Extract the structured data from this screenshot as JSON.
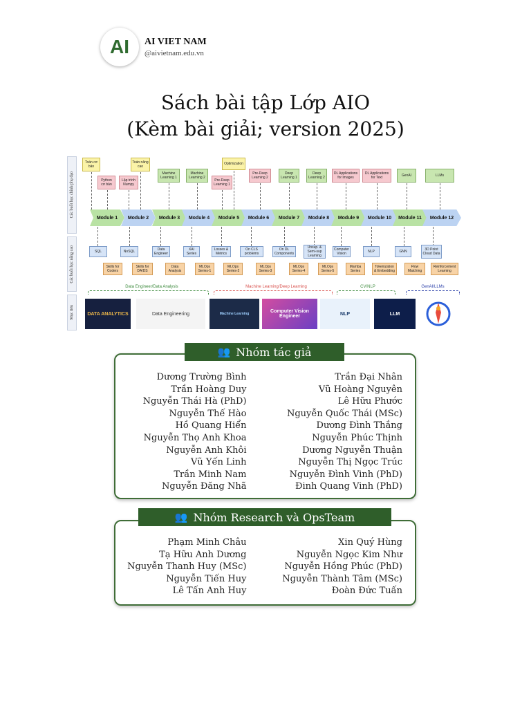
{
  "logo": {
    "mark": "AI",
    "name": "AI VIET NAM",
    "url": "@aivietnam.edu.vn"
  },
  "title": {
    "line1": "Sách bài tập Lớp AIO",
    "line2": "(Kèm bài giải; version 2025)"
  },
  "roadmap": {
    "row_labels": [
      "Các buổi học chính/phụ đạo",
      "Các buổi học nâng cao",
      "Mục tiêu"
    ],
    "top_boxes": [
      "Toán cơ bản",
      "Python cơ bản",
      "Lập trình Numpy",
      "Toán nâng cao",
      "Machine Learning 1",
      "Machine Learning 2",
      "Pre-Deep Learning 1",
      "Optimization",
      "Pre-Deep Learning 2",
      "Deep Learning 1",
      "Deep Learning 2",
      "DL Applications for Images",
      "DL Applications for Text",
      "GenAI",
      "LLMs"
    ],
    "modules": [
      "Module 1",
      "Module 2",
      "Module 3",
      "Module 4",
      "Module 5",
      "Module 6",
      "Module 7",
      "Module 8",
      "Module 9",
      "Module 10",
      "Module 11",
      "Module 12"
    ],
    "adv_boxes": [
      "SQL",
      "NoSQL",
      "Data Engineer",
      "XAI Series",
      "Losses & Metrics",
      "On CLS problems",
      "On DL Components",
      "Unsup. & Semi-sup Learning",
      "Computer Vision",
      "NLP",
      "GNN",
      "3D Point Cloud Data"
    ],
    "adv_boxes2": [
      "Skills for Coders",
      "Skills for DA/DS",
      "Data Analysis",
      "MLOps Series-1",
      "MLOps Series-2",
      "MLOps Series-3",
      "MLOps Series-4",
      "MLOps Series-5",
      "Mamba Series",
      "Tokenization & Embedding",
      "Flow Matching",
      "Reinforcement Learning"
    ],
    "categories": [
      "Data Engineer/Data Analysis",
      "Machine Learning/Deep Learning",
      "CV/NLP",
      "GenAI/LLMs"
    ],
    "thumbs": [
      "DATA ANALYTICS",
      "Data Engineering",
      "Machine Learning",
      "Computer Vision Engineer",
      "NLP",
      "LLM"
    ],
    "colors": {
      "de": "#3d8a3d",
      "ml": "#d9534f",
      "cv": "#3d8a3d",
      "genai": "#2b3fa8"
    }
  },
  "authors": {
    "heading": "Nhóm tác giả",
    "left": [
      "Dương Trường Bình",
      "Trần Hoàng Duy",
      "Nguyễn Thái Hà (PhD)",
      "Nguyễn Thế Hào",
      "Hồ Quang Hiển",
      "Nguyễn Thọ Anh Khoa",
      "Nguyễn Anh Khôi",
      "Vũ Yến Linh",
      "Trần Minh Nam",
      "Nguyễn Đăng Nhã"
    ],
    "right": [
      "Trần Đại Nhân",
      "Vũ Hoàng Nguyên",
      "Lê Hữu Phước",
      "Nguyễn Quốc Thái (MSc)",
      "Dương Đình Thắng",
      "Nguyễn Phúc Thịnh",
      "Dương Nguyễn Thuận",
      "Nguyễn Thị Ngọc Trúc",
      "Nguyễn Đình Vinh (PhD)",
      "Đinh Quang Vinh (PhD)"
    ]
  },
  "research": {
    "heading": "Nhóm Research và OpsTeam",
    "left": [
      "Phạm Minh Châu",
      "Tạ Hữu Anh Dương",
      "Nguyễn Thanh Huy (MSc)",
      "Nguyễn Tiến Huy",
      "Lê Tấn Anh Huy"
    ],
    "right": [
      "Xin Quý Hùng",
      "Nguyễn Ngọc Kim Như",
      "Nguyễn Hồng Phúc (PhD)",
      "Nguyễn Thành Tâm (MSc)",
      "Đoàn Đức Tuấn"
    ]
  },
  "icons": {
    "group": "users-icon"
  }
}
